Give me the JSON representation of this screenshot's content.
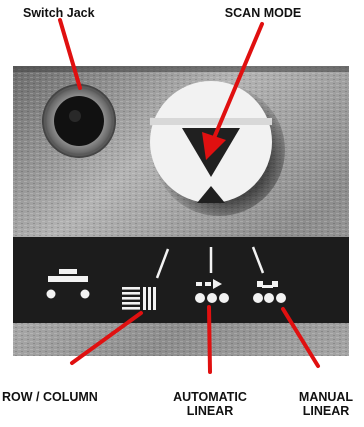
{
  "labels": {
    "switch_jack": "Switch Jack",
    "scan_mode": "SCAN MODE",
    "row_column": "ROW / COLUMN",
    "automatic_linear_1": "AUTOMATIC",
    "automatic_linear_2": "LINEAR",
    "manual_linear_1": "MANUAL",
    "manual_linear_2": "LINEAR"
  },
  "colors": {
    "callout": "#e01010",
    "panel_metal": "#9a9a9a",
    "panel_dark": "#2a2a2a",
    "icon_strip": "#1c1c1c",
    "button_face": "#f2f2f2",
    "triangle": "#202020"
  },
  "icons": {
    "single_switch": "single-switch-icon",
    "row_column": "row-column-scan-icon",
    "automatic_linear": "automatic-linear-scan-icon",
    "manual_linear": "manual-linear-scan-icon"
  }
}
